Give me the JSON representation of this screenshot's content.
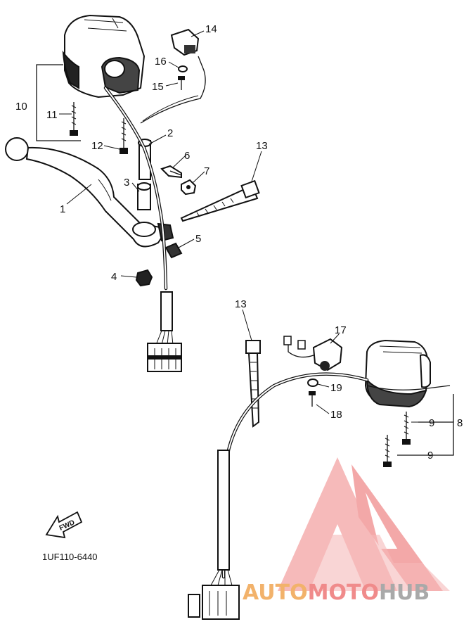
{
  "diagram": {
    "part_code": "1UF110-6440",
    "direction_arrow": "FWD",
    "callouts": [
      "1",
      "2",
      "3",
      "4",
      "5",
      "6",
      "7",
      "8",
      "9",
      "9",
      "10",
      "11",
      "12",
      "13",
      "13",
      "14",
      "15",
      "16",
      "17",
      "18",
      "19"
    ]
  },
  "watermark": {
    "brand_part1": "AUTO",
    "brand_part2": "MOTO",
    "brand_part3": "HUB",
    "colors": {
      "auto": "#f2b26b",
      "moto": "#f08b8b",
      "hub": "#a9a9a9",
      "logo": "#f08b8b"
    }
  }
}
